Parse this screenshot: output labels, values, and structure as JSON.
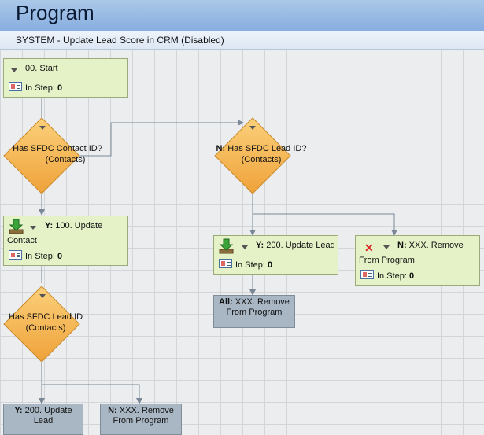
{
  "header": {
    "title": "Program",
    "subtitle": "SYSTEM - Update Lead Score in CRM (Disabled)"
  },
  "start_node": {
    "label": "00. Start",
    "step_label": "In Step:",
    "step_count": "0"
  },
  "decision_1": {
    "line1": "Has SFDC Contact ID?",
    "line2": "(Contacts)"
  },
  "decision_2": {
    "prefix": "N:",
    "line1": "Has SFDC Lead ID?",
    "line2": "(Contacts)"
  },
  "decision_3": {
    "line1": "Has SFDC Lead ID",
    "line2": "(Contacts)"
  },
  "update_contact": {
    "prefix": "Y:",
    "label": "100. Update",
    "label2": "Contact",
    "step_label": "In Step:",
    "step_count": "0"
  },
  "update_lead": {
    "prefix": "Y:",
    "label": "200. Update Lead",
    "step_label": "In Step:",
    "step_count": "0"
  },
  "remove_node": {
    "prefix": "N:",
    "label": "XXX. Remove",
    "label2": "From Program",
    "step_label": "In Step:",
    "step_count": "0"
  },
  "all_remove": {
    "prefix": "All:",
    "label": "XXX. Remove",
    "label2": "From Program"
  },
  "bottom_update": {
    "prefix": "Y:",
    "label": "200. Update",
    "label2": "Lead"
  },
  "bottom_remove": {
    "prefix": "N:",
    "label": "XXX. Remove",
    "label2": "From Program"
  },
  "colors": {
    "node_fill": "#e5f2c8",
    "diamond_fill": "#f6b84c",
    "terminal_fill": "#a9b7c4",
    "header_blue": "#87ade0"
  }
}
